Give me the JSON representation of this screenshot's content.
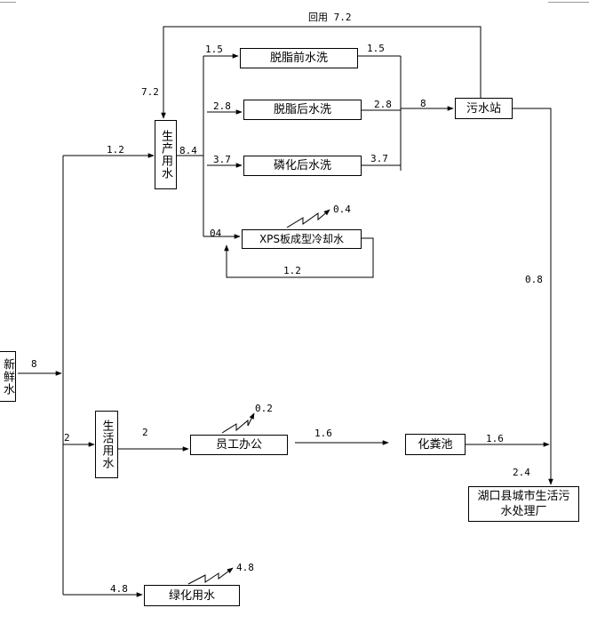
{
  "nodes": {
    "fresh_water": "新鲜水",
    "production_water": "生产用水",
    "degrease_pre_wash": "脱脂前水洗",
    "degrease_post_wash": "脱脂后水洗",
    "phosphate_post_wash": "磷化后水洗",
    "xps_cooling_water": "XPS板成型冷却水",
    "sewage_station": "污水站",
    "domestic_water": "生活用水",
    "staff_office": "员工办公",
    "septic_tank": "化粪池",
    "green_water": "绿化用水",
    "treatment_plant": "湖口县城市生活污水处理厂"
  },
  "flows": {
    "fresh_in": "8",
    "to_production": "1.2",
    "production_out": "8.4",
    "recycle": "回用 7.2",
    "recycle_in": "7.2",
    "pre_wash_in": "1.5",
    "pre_wash_out": "1.5",
    "post_wash_in": "2.8",
    "post_wash_out": "2.8",
    "phos_in": "3.7",
    "phos_out": "3.7",
    "xps_in": "04",
    "xps_evap": "0.4",
    "xps_return": "1.2",
    "to_sewage": "8",
    "sewage_to_plant": "0.8",
    "to_domestic": "2",
    "domestic_to_office": "2",
    "office_evap": "0.2",
    "office_to_septic": "1.6",
    "septic_out": "1.6",
    "plant_total": "2.4",
    "to_green": "4.8",
    "green_evap": "4.8"
  }
}
